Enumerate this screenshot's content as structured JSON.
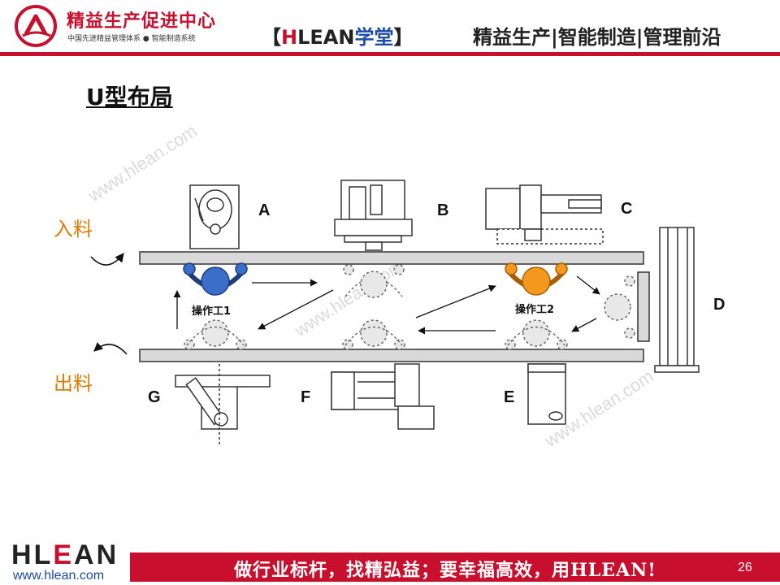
{
  "header": {
    "org_name": "精益生产促进中心",
    "org_sub": "中国先进精益管理体系 ● 智能制造系统",
    "brand_open": "【",
    "brand_h": "H",
    "brand_lean": "LEAN",
    "brand_xt": "学堂",
    "brand_close": "】",
    "tagline": "精益生产|智能制造|管理前沿"
  },
  "title": "U型布局",
  "labels": {
    "in": "入料",
    "out": "出料"
  },
  "stations": {
    "a": "A",
    "b": "B",
    "c": "C",
    "d": "D",
    "e": "E",
    "f": "F",
    "g": "G"
  },
  "operators": {
    "op1": "操作工1",
    "op2": "操作工2"
  },
  "watermark": "www.hlean.com",
  "colors": {
    "accent_red": "#c8102e",
    "operator1": "#3a6fc9",
    "operator2": "#f39a1e",
    "label_orange": "#e07b00"
  },
  "footer": {
    "slogan": "做行业标杆，找精弘益；要幸福高效，用HLEAN!",
    "page": "26",
    "logo_h": "H",
    "logo_l": "L",
    "logo_e": "E",
    "logo_an": "AN",
    "url": "www.hlean.com"
  }
}
